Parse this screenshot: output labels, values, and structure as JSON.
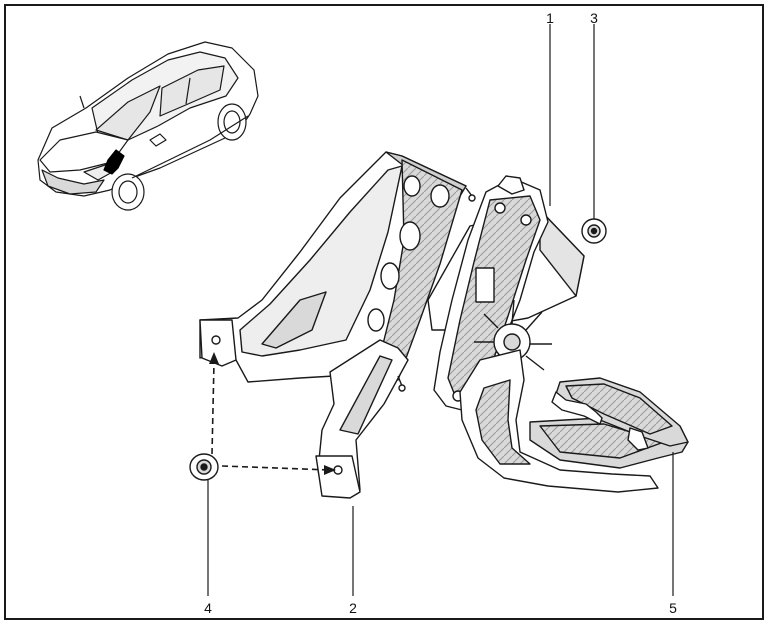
{
  "callouts": [
    {
      "id": "1",
      "label": "1"
    },
    {
      "id": "2",
      "label": "2"
    },
    {
      "id": "3",
      "label": "3"
    },
    {
      "id": "4",
      "label": "4"
    },
    {
      "id": "5",
      "label": "5"
    }
  ],
  "colors": {
    "line": "#1a1a1a",
    "fill_light": "#ffffff",
    "fill_shade": "#d9d9d9",
    "fill_dark": "#a8a8a8",
    "highlight": "#000000"
  }
}
